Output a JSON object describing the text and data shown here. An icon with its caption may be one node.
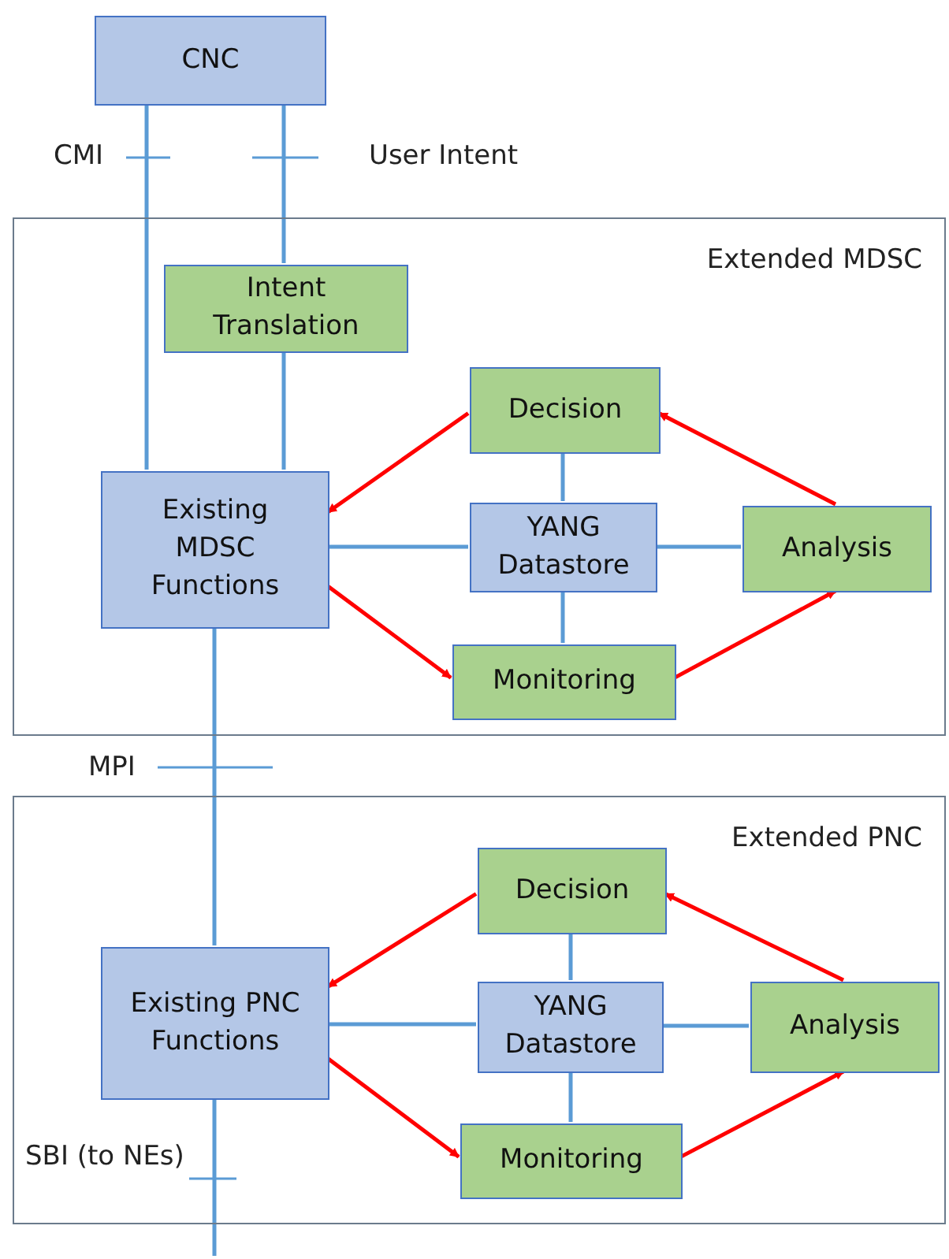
{
  "diagram": {
    "nodes": [
      {
        "text": [
          "CNC"
        ]
      },
      {
        "text": [
          "Extended MDSC"
        ]
      },
      {
        "text": [
          "Intent Translation"
        ],
        "in": 1
      },
      {
        "text": [
          "Existing MDSC Functions"
        ],
        "in": 1
      },
      {
        "text": [
          "Decision"
        ],
        "in": 1
      },
      {
        "text": [
          "YANG Datastore"
        ],
        "in": 1
      },
      {
        "text": [
          "Analysis"
        ],
        "in": 1
      },
      {
        "text": [
          "Monitoring"
        ],
        "in": 1
      },
      {
        "text": [
          "Extended PNC"
        ]
      },
      {
        "text": [
          "Existing PNC Functions"
        ],
        "in": 8
      },
      {
        "text": [
          "Decision"
        ],
        "in": 8
      },
      {
        "text": [
          "YANG Datastore"
        ],
        "in": 8
      },
      {
        "text": [
          "Analysis"
        ],
        "in": 8
      },
      {
        "text": [
          "Monitoring"
        ],
        "in": 8
      }
    ],
    "edges": [
      {
        "from": 0,
        "to": 3,
        "arrow": "none",
        "label": "CMI"
      },
      {
        "from": 0,
        "to": 2,
        "arrow": "none",
        "label": "User Intent"
      },
      {
        "from": 2,
        "to": 3,
        "arrow": "none"
      },
      {
        "from": 4,
        "to": 5,
        "arrow": "none"
      },
      {
        "from": 5,
        "to": 7,
        "arrow": "none"
      },
      {
        "from": 3,
        "to": 5,
        "arrow": "none"
      },
      {
        "from": 5,
        "to": 6,
        "arrow": "none"
      },
      {
        "from": 4,
        "to": 3,
        "arrow": "to",
        "color": "#ff0000"
      },
      {
        "from": 3,
        "to": 7,
        "arrow": "to",
        "color": "#ff0000"
      },
      {
        "from": 7,
        "to": 6,
        "arrow": "to",
        "color": "#ff0000"
      },
      {
        "from": 6,
        "to": 4,
        "arrow": "to",
        "color": "#ff0000"
      },
      {
        "from": 3,
        "to": 9,
        "arrow": "none",
        "label": "MPI"
      },
      {
        "from": 10,
        "to": 11,
        "arrow": "none"
      },
      {
        "from": 11,
        "to": 13,
        "arrow": "none"
      },
      {
        "from": 9,
        "to": 11,
        "arrow": "none"
      },
      {
        "from": 11,
        "to": 12,
        "arrow": "none"
      },
      {
        "from": 10,
        "to": 9,
        "arrow": "to",
        "color": "#ff0000"
      },
      {
        "from": 9,
        "to": 13,
        "arrow": "to",
        "color": "#ff0000"
      },
      {
        "from": 13,
        "to": 12,
        "arrow": "to",
        "color": "#ff0000"
      },
      {
        "from": 12,
        "to": 10,
        "arrow": "to",
        "color": "#ff0000"
      },
      {
        "from": 9,
        "to": null,
        "arrow": "none",
        "label": "SBI (to NEs)"
      }
    ]
  }
}
